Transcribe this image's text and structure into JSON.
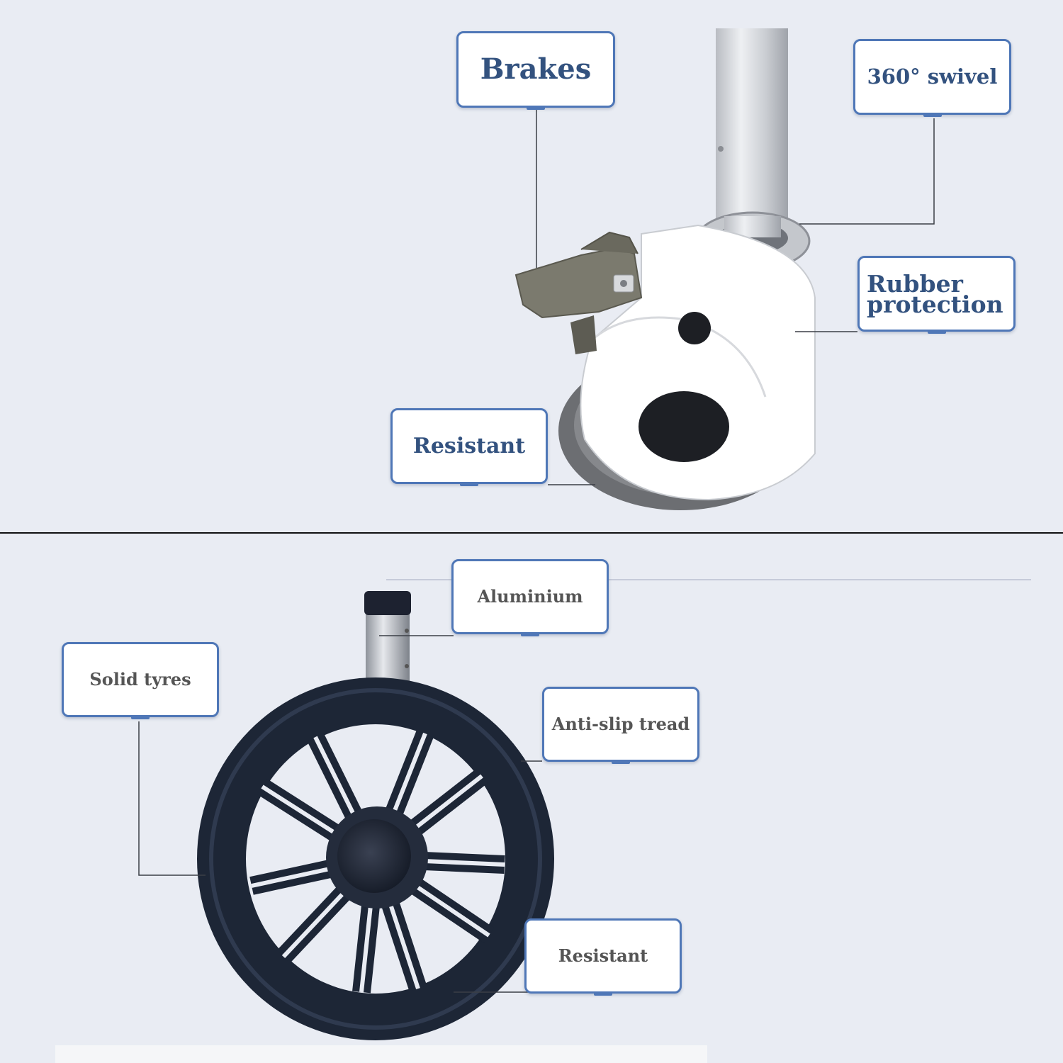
{
  "top_section": {
    "product": "swivel castor wheel with brake",
    "labels": {
      "brakes": "Brakes",
      "swivel": "360° swivel",
      "rubber_protection_line1": "Rubber",
      "rubber_protection_line2": "protection",
      "resistant": "Resistant"
    }
  },
  "bottom_section": {
    "product": "solid spoked wheel with aluminium post",
    "labels": {
      "aluminium": "Aluminium",
      "solid_tyres": "Solid tyres",
      "anti_slip_tread": "Anti-slip tread",
      "resistant": "Resistant"
    }
  },
  "colors": {
    "background": "#e9ecf3",
    "label_border": "#4f77b7",
    "label_text_blue": "#33527f",
    "label_text_grey": "#555555",
    "wheel_dark": "#1d2636",
    "castor_white": "#ffffff",
    "brake_pedal": "#7b7a6e"
  }
}
